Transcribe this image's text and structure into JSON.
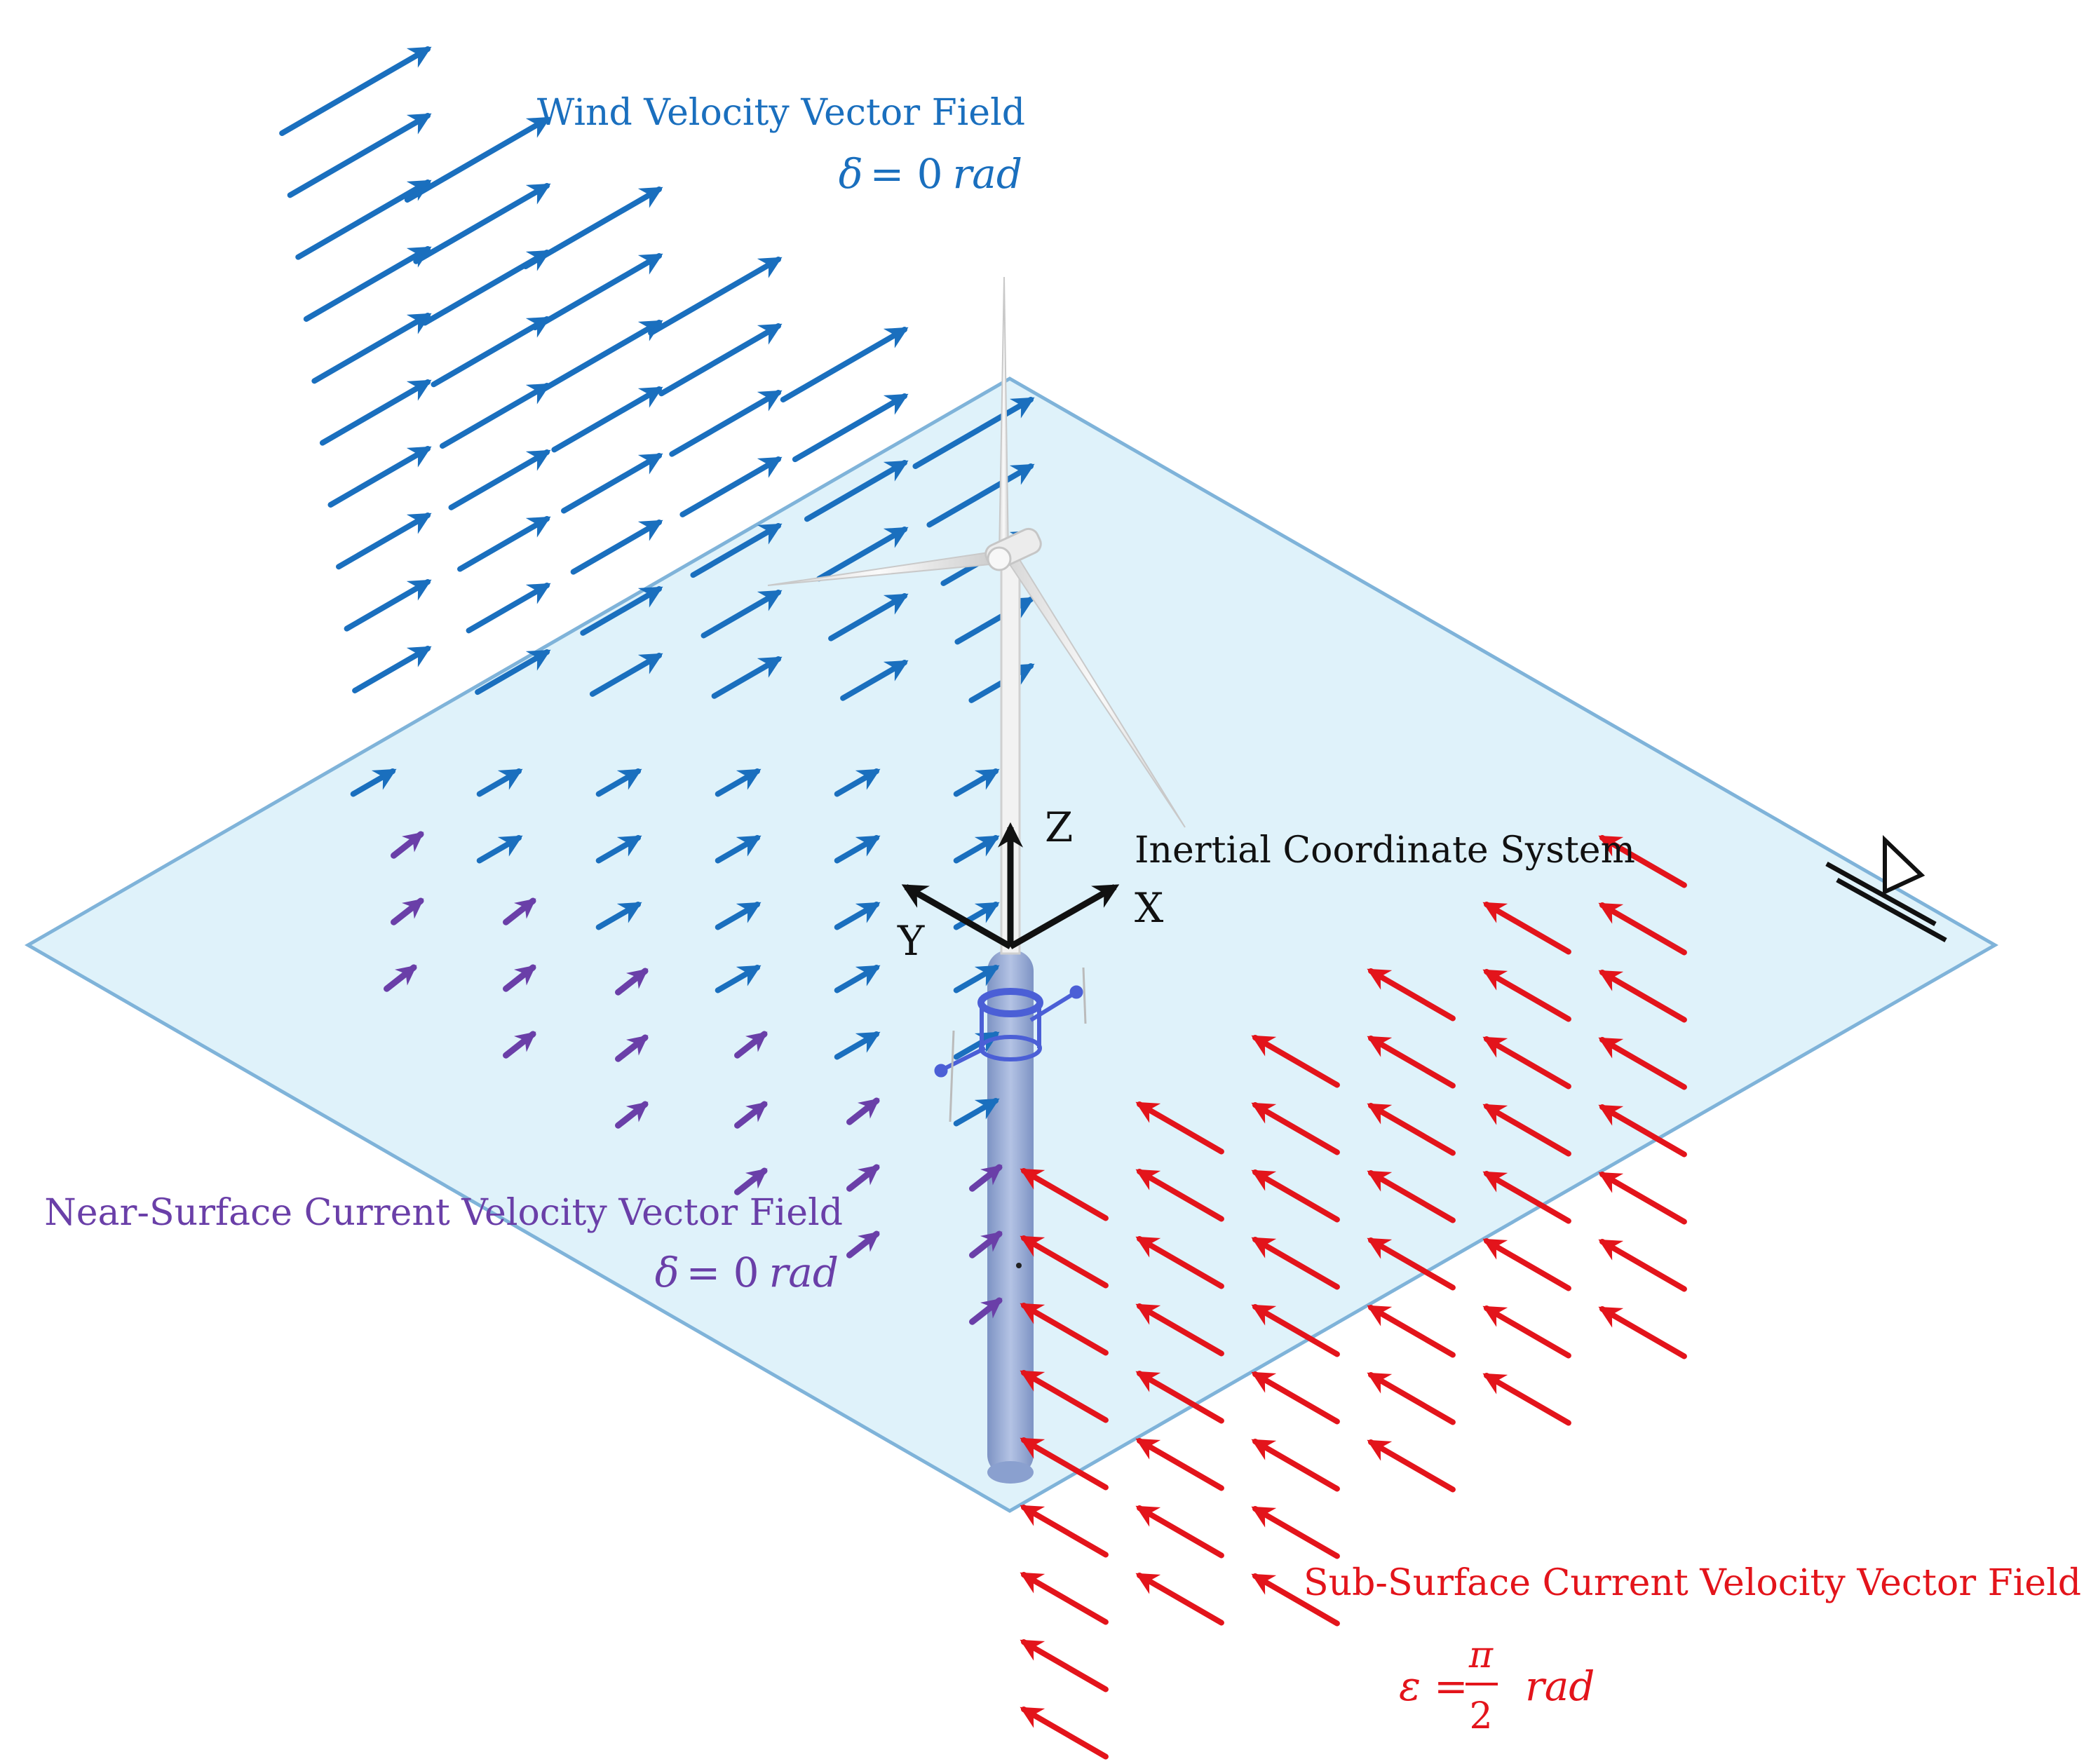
{
  "labels": {
    "wind_title": "Wind Velocity Vector Field",
    "wind_symbol": "δ",
    "wind_value": "= 0",
    "wind_unit": "rad",
    "near_title": "Near-Surface Current Velocity Vector Field",
    "near_symbol": "δ",
    "near_value": "= 0",
    "near_unit": "rad",
    "sub_title": "Sub-Surface Current Velocity Vector Field",
    "sub_symbol": "ε",
    "sub_eq": "=",
    "sub_num": "π",
    "sub_den": "2",
    "sub_unit": "rad",
    "coord_title": "Inertial Coordinate System",
    "axis_x": "X",
    "axis_y": "Y",
    "axis_z": "Z"
  },
  "colors": {
    "wind": "#1a6fbe",
    "near": "#6a3fa8",
    "sub": "#e3141b",
    "plane_fill": "#dff2fa",
    "plane_stroke": "#7fb3d9",
    "tower": "#93a9d4",
    "axes": "#111111"
  },
  "icons": {
    "water_level": "water-level-icon",
    "turbine": "wind-turbine-icon"
  }
}
